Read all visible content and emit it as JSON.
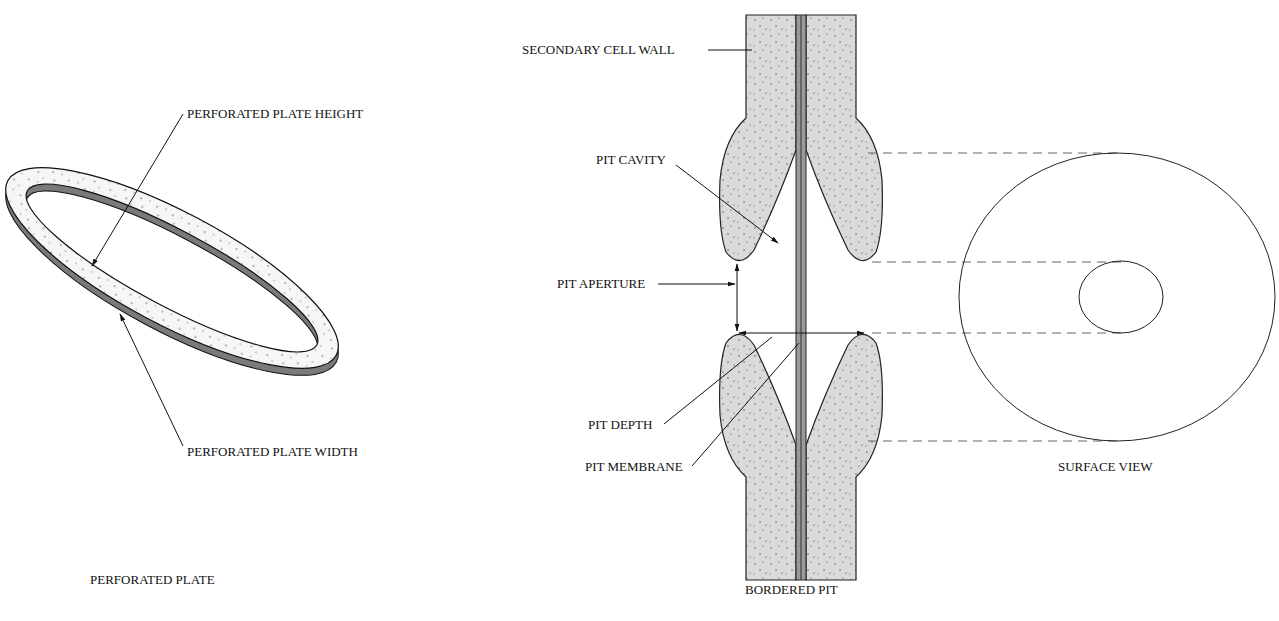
{
  "diagram": {
    "labels": [
      "PERFORATED PLATE HEIGHT",
      "PERFORATED PLATE WIDTH",
      "PERFORATED PLATE",
      "SECONDARY CELL WALL",
      "PIT CAVITY",
      "PIT APERTURE",
      "PIT DEPTH",
      "PIT MEMBRANE",
      "BORDERED PIT",
      "SURFACE VIEW"
    ]
  }
}
